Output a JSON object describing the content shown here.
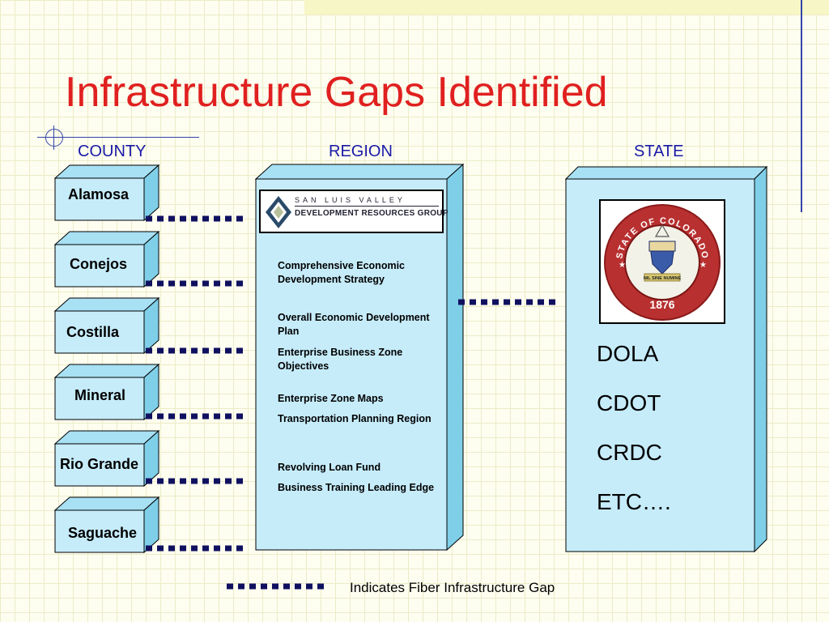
{
  "slide": {
    "title": "Infrastructure Gaps Identified"
  },
  "columns": {
    "county": "COUNTY",
    "region": "REGION",
    "state": "STATE"
  },
  "counties": [
    "Alamosa",
    "Conejos",
    "Costilla",
    "Mineral",
    "Rio Grande",
    "Saguache"
  ],
  "region": {
    "logo_line1": "SAN  LUIS  VALLEY",
    "logo_line2": "DEVELOPMENT RESOURCES GROUP",
    "items": [
      "Comprehensive Economic Development Strategy",
      "Overall Economic Development Plan",
      "Enterprise Business Zone Objectives",
      "Enterprise Zone Maps",
      "Transportation Planning Region",
      "Revolving Loan Fund",
      "Business Training Leading Edge"
    ]
  },
  "state": {
    "seal_text": "STATE OF COLORADO",
    "seal_motto": "NIL SINE NUMINE",
    "seal_year": "1876",
    "items": [
      "DOLA",
      "CDOT",
      "CRDC",
      "ETC…."
    ]
  },
  "legend": {
    "label": "Indicates Fiber Infrastructure Gap"
  },
  "colors": {
    "title": "#e02020",
    "heading": "#1a1aa8",
    "box_face": "#c6ecfa",
    "box_side": "#7fcfe8",
    "box_top": "#a8e0f4",
    "dotted_line": "#101060"
  }
}
